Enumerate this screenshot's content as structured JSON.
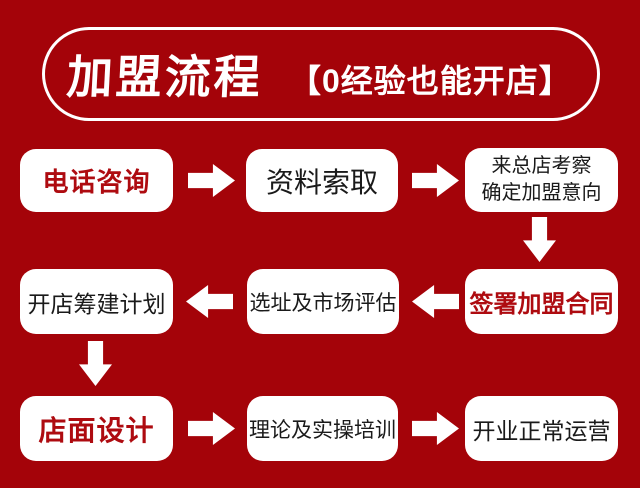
{
  "colors": {
    "background": "#a40309",
    "box_background": "#ffffff",
    "highlight_text": "#ae0b10",
    "body_text": "#1a1a1a",
    "banner_border": "#ffffff"
  },
  "header": {
    "title": "加盟流程",
    "subtitle": "【0经验也能开店】"
  },
  "flow": {
    "steps": [
      {
        "label": "电话咨询",
        "highlighted": true
      },
      {
        "label": "资料索取",
        "highlighted": false
      },
      {
        "label": "来总店考察\n确定加盟意向",
        "highlighted": false
      },
      {
        "label": "签署加盟合同",
        "highlighted": true
      },
      {
        "label": "选址及市场评估",
        "highlighted": false
      },
      {
        "label": "开店筹建计划",
        "highlighted": false
      },
      {
        "label": "店面设计",
        "highlighted": true
      },
      {
        "label": "理论及实操培训",
        "highlighted": false
      },
      {
        "label": "开业正常运营",
        "highlighted": false
      }
    ],
    "arrows": [
      {
        "direction": "right"
      },
      {
        "direction": "right"
      },
      {
        "direction": "down"
      },
      {
        "direction": "left"
      },
      {
        "direction": "left"
      },
      {
        "direction": "down"
      },
      {
        "direction": "right"
      },
      {
        "direction": "right"
      }
    ]
  }
}
